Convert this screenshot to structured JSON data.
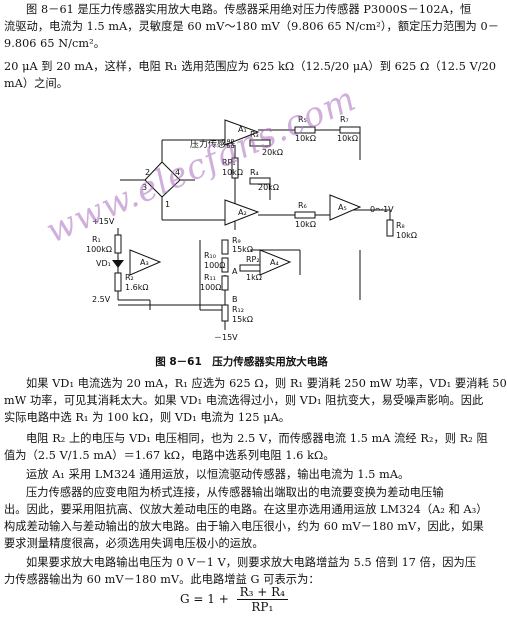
{
  "intro": {
    "lines": [
      "图 8－61 是压力传感器实用放大电路。传感器采用绝对压力传感器 P3000S－102A，恒",
      "流驱动，电流为 1.5 mA，灵敏度是 60 mV～180 mV（9.806 65 N/cm²），额定压力范围为 0－",
      "9.806 65 N/cm²。"
    ]
  },
  "top_para": {
    "lines": [
      "20 μA 到 20 mA，这样，电阻 R₁ 选用范围应为 625 kΩ（12.5/20 μA）到 625 Ω（12.5 V/20",
      "mA）之间。"
    ]
  },
  "circuit": {
    "labels": {
      "sensor": "压力传感器",
      "r1": "R₁",
      "r1v": "100kΩ",
      "vd1": "VD₁",
      "r2": "R₂",
      "r2v": "1.6kΩ",
      "p15": "+15V",
      "v25": "2.5V",
      "a1": "A₁",
      "a2": "A₂",
      "a3": "A₃",
      "a4": "A₄",
      "a5": "A₅",
      "r3": "R₃",
      "r3v": "20kΩ",
      "rp1": "RP₁",
      "rp1v": "10kΩ",
      "r4": "R₄",
      "r4v": "20kΩ",
      "r5": "R₅",
      "r5v": "10kΩ",
      "r6": "R₆",
      "r6v": "10kΩ",
      "r7": "R₇",
      "r7v": "10kΩ",
      "r8": "R₈",
      "r8v": "10kΩ",
      "r9": "R₉",
      "r9v": "15kΩ",
      "r10": "R₁₀",
      "r10v": "100Ω",
      "r11": "R₁₁",
      "r11v": "100Ω",
      "rp2": "RP₂",
      "rp2v": "1kΩ",
      "r12": "R₁₂",
      "r12v": "15kΩ",
      "m15": "－15V",
      "ptA": "A",
      "ptB": "B",
      "out": "0～1V",
      "n1": "1",
      "n2": "2",
      "n3": "3",
      "n4": "4"
    }
  },
  "caption": {
    "text": "图 8－61　压力传感器实用放大电路"
  },
  "body": {
    "paragraphs": [
      {
        "lines": [
          "如果 VD₁ 电流选为 20 mA，R₁ 应选为 625 Ω，则 R₁ 要消耗 250 mW 功率，VD₁ 要消耗 50",
          "mW 功率，可见其消耗太大。如果 VD₁ 电流选得过小，则 VD₁ 阻抗变大，易受噪声影响。因此",
          "实际电路中选 R₁ 为 100 kΩ，则 VD₁ 电流为 125 μA。"
        ]
      },
      {
        "lines": [
          "电阻 R₂ 上的电压与 VD₁ 电压相同，也为 2.5 V，而传感器电流 1.5 mA 流经 R₂，则 R₂ 阻",
          "值为（2.5 V/1.5 mA）＝1.67 kΩ，电路中选系列电阻 1.6 kΩ。"
        ]
      },
      {
        "lines": [
          "运放 A₁ 采用 LM324 通用运放，以恒流驱动传感器，输出电流为 1.5 mA。"
        ]
      },
      {
        "lines": [
          "压力传感器的应变电阻为桥式连接，从传感器输出端取出的电流要变换为差动电压输",
          "出。因此，要采用阻抗高、仪放大差动电压的电路。在这里亦选用通用运放 LM324（A₂ 和 A₃）",
          "构成差动输入与差动输出的放大电路。由于输入电压很小，约为 60 mV－180 mV，因此，如果",
          "要求测量精度很高，必须选用失调电压极小的运放。"
        ]
      },
      {
        "lines": [
          "如果要求放大电路输出电压为 0 V－1 V，则要求放大电路增益为 5.5 倍到 17 倍，因为压",
          "力传感器输出为 60 mV－180 mV。此电路增益 G 可表示为："
        ]
      }
    ]
  },
  "formula": {
    "lhs": "G = 1 +",
    "num": "R₃ + R₄",
    "den": "RP₁"
  },
  "watermark": {
    "text": "www.elecfans.com"
  }
}
